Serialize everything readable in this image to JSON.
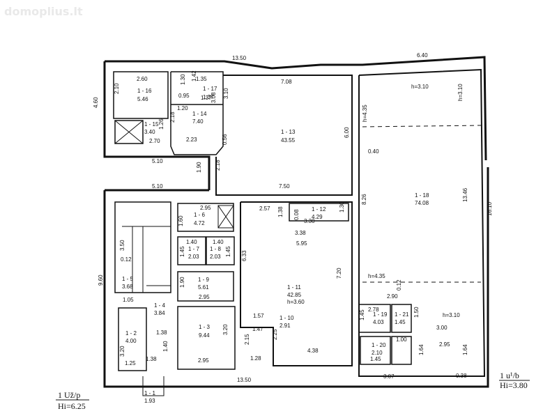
{
  "watermark": "domoplius.lt",
  "floor_left": {
    "label": "1 Už/p",
    "height": "Hi=6.25"
  },
  "floor_right": {
    "label": "1 u¹/b",
    "height": "Hi=3.80"
  },
  "rooms": [
    {
      "id": "1 - 16",
      "area": "5.46"
    },
    {
      "id": "1 - 17",
      "area": "1.37"
    },
    {
      "id": "1 - 15",
      "area": "3.40"
    },
    {
      "id": "1 - 14",
      "area": "7.40"
    },
    {
      "id": "1 - 13",
      "area": "43.55"
    },
    {
      "id": "1 - 18",
      "area": "74.08"
    },
    {
      "id": "1 - 6",
      "area": "4.72"
    },
    {
      "id": "1 - 12",
      "area": "4.29"
    },
    {
      "id": "1 - 7",
      "area": "2.03"
    },
    {
      "id": "1 - 8",
      "area": "2.03"
    },
    {
      "id": "1 - 5",
      "area": "3.68"
    },
    {
      "id": "1 - 9",
      "area": "5.61"
    },
    {
      "id": "1 - 11",
      "area": "42.85",
      "extra": "h=3.60"
    },
    {
      "id": "1 - 4",
      "area": "3.84"
    },
    {
      "id": "1 - 3",
      "area": "9.44"
    },
    {
      "id": "1 - 10",
      "area": "2.91"
    },
    {
      "id": "1 - 2",
      "area": "4.00"
    },
    {
      "id": "1 - 19",
      "area": "4.03"
    },
    {
      "id": "1 - 21",
      "area": "1.45"
    },
    {
      "id": "1 - 20",
      "area": "2.10"
    },
    {
      "id": "1 - 1",
      "area": "1.93"
    }
  ],
  "heights": [
    "h=3.10",
    "h=3.10",
    "h=4.35",
    "h=4.35",
    "h=3.10"
  ],
  "dims": [
    "13.50",
    "6.40",
    "2.60",
    "1.35",
    "1.42",
    "7.08",
    "2.10",
    "1.30",
    "0.95",
    "1.20",
    "1.37",
    "3.08",
    "3.10",
    "4.60",
    "2.18",
    "1.26",
    "2.70",
    "2.23",
    "0.56",
    "6.00",
    "0.40",
    "5.10",
    "1.90",
    "2.18",
    "5.10",
    "7.50",
    "2.95",
    "2.57",
    "1.38",
    "0.08",
    "1.30",
    "3.30",
    "8.26",
    "13.46",
    "16.10",
    "1.60",
    "3.38",
    "1.40",
    "1.40",
    "5.95",
    "3.50",
    "1.45",
    "1.45",
    "0.12",
    "6.33",
    "7.20",
    "9.60",
    "1.90",
    "2.95",
    "1.05",
    "0.12",
    "2.90",
    "1.57",
    "2.78",
    "1.45",
    "1.50",
    "3.00",
    "1.38",
    "1.47",
    "2.25",
    "3.20",
    "2.15",
    "1.00",
    "1.64",
    "2.95",
    "1.64",
    "3.20",
    "1.25",
    "1.38",
    "1.40",
    "2.95",
    "1.28",
    "4.38",
    "1.45",
    "13.50",
    "3.07",
    "0.38"
  ]
}
